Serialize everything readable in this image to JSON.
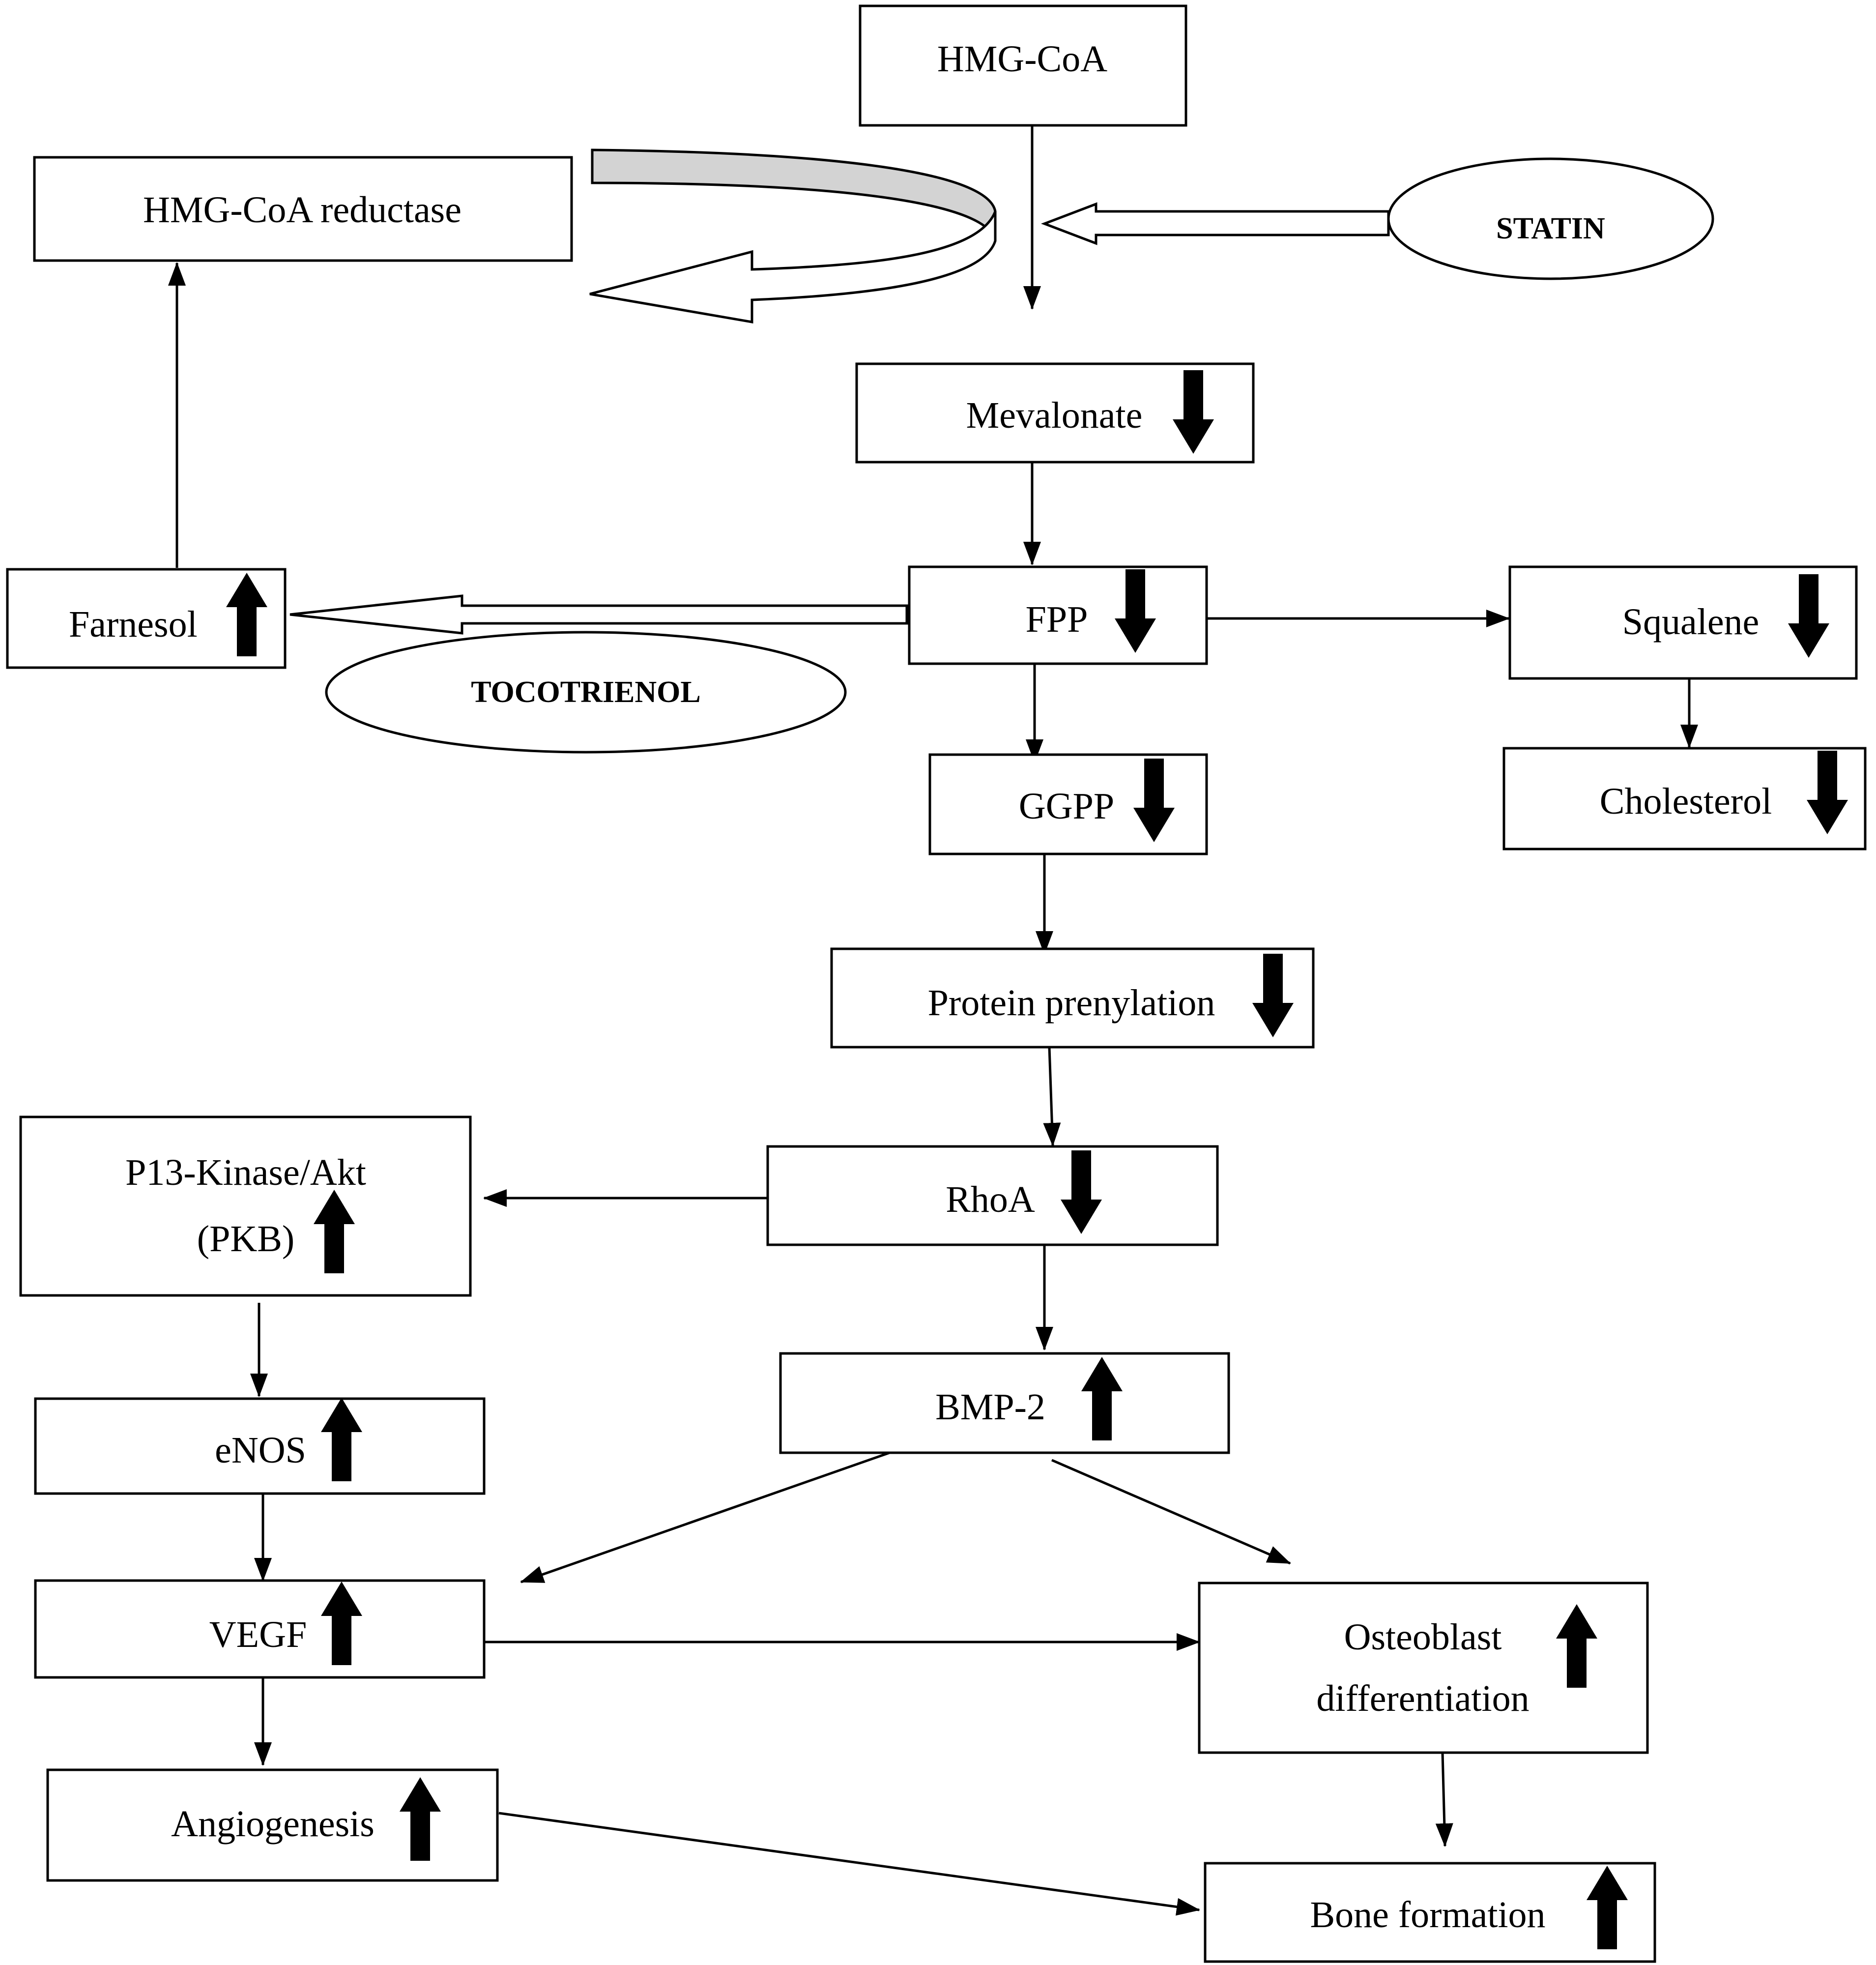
{
  "nodes": {
    "hmg_coa": "HMG-CoA",
    "hmg_coa_reductase": "HMG-CoA reductase",
    "statin": "STATIN",
    "mevalonate": "Mevalonate",
    "farnesol": "Farnesol",
    "fpp": "FPP",
    "squalene": "Squalene",
    "tocotrienol": "TOCOTRIENOL",
    "ggpp": "GGPP",
    "cholesterol": "Cholesterol",
    "protein_prenylation": "Protein prenylation",
    "pi3k_line1": "P13-Kinase/Akt",
    "pi3k_line2": "(PKB)",
    "rhoa": "RhoA",
    "bmp2": "BMP-2",
    "enos": "eNOS",
    "vegf": "VEGF",
    "osteoblast_line1": "Osteoblast",
    "osteoblast_line2": "differentiation",
    "angiogenesis": "Angiogenesis",
    "bone_formation": "Bone formation"
  },
  "effects": {
    "mevalonate": "down",
    "farnesol": "up",
    "fpp": "down",
    "squalene": "down",
    "ggpp": "down",
    "cholesterol": "down",
    "protein_prenylation": "down",
    "pi3k": "up",
    "rhoa": "down",
    "bmp2": "up",
    "enos": "up",
    "vegf": "up",
    "osteoblast": "up",
    "angiogenesis": "up",
    "bone_formation": "up"
  },
  "colors": {
    "line": "#000000",
    "background": "#ffffff",
    "band_fill": "#d3d3d3"
  }
}
